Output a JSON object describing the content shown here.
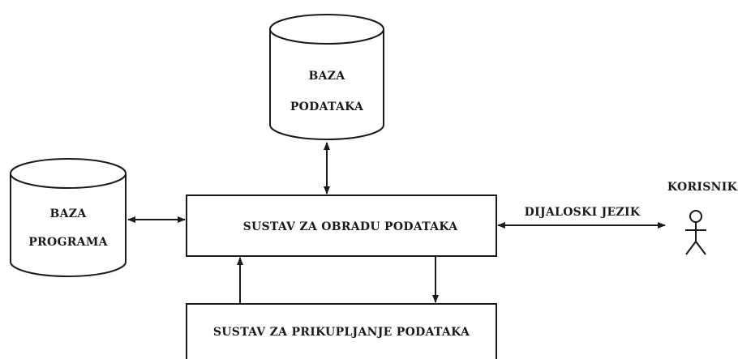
{
  "nodes": {
    "baza_podataka": {
      "line1": "BAZA",
      "line2": "PODATAKA"
    },
    "baza_programa": {
      "line1": "BAZA",
      "line2": "PROGRAMA"
    },
    "sustav_obrada": {
      "label": "SUSTAV ZA OBRADU PODATAKA"
    },
    "sustav_prikupljanje": {
      "label": "SUSTAV ZA PRIKUPLJANJE PODATAKA"
    },
    "korisnik": {
      "label": "KORISNIK"
    }
  },
  "edges": {
    "dialog": {
      "label": "DIJALOSKI JEZIK"
    }
  },
  "colors": {
    "ink": "#1a1a1a",
    "background": "#ffffff"
  }
}
